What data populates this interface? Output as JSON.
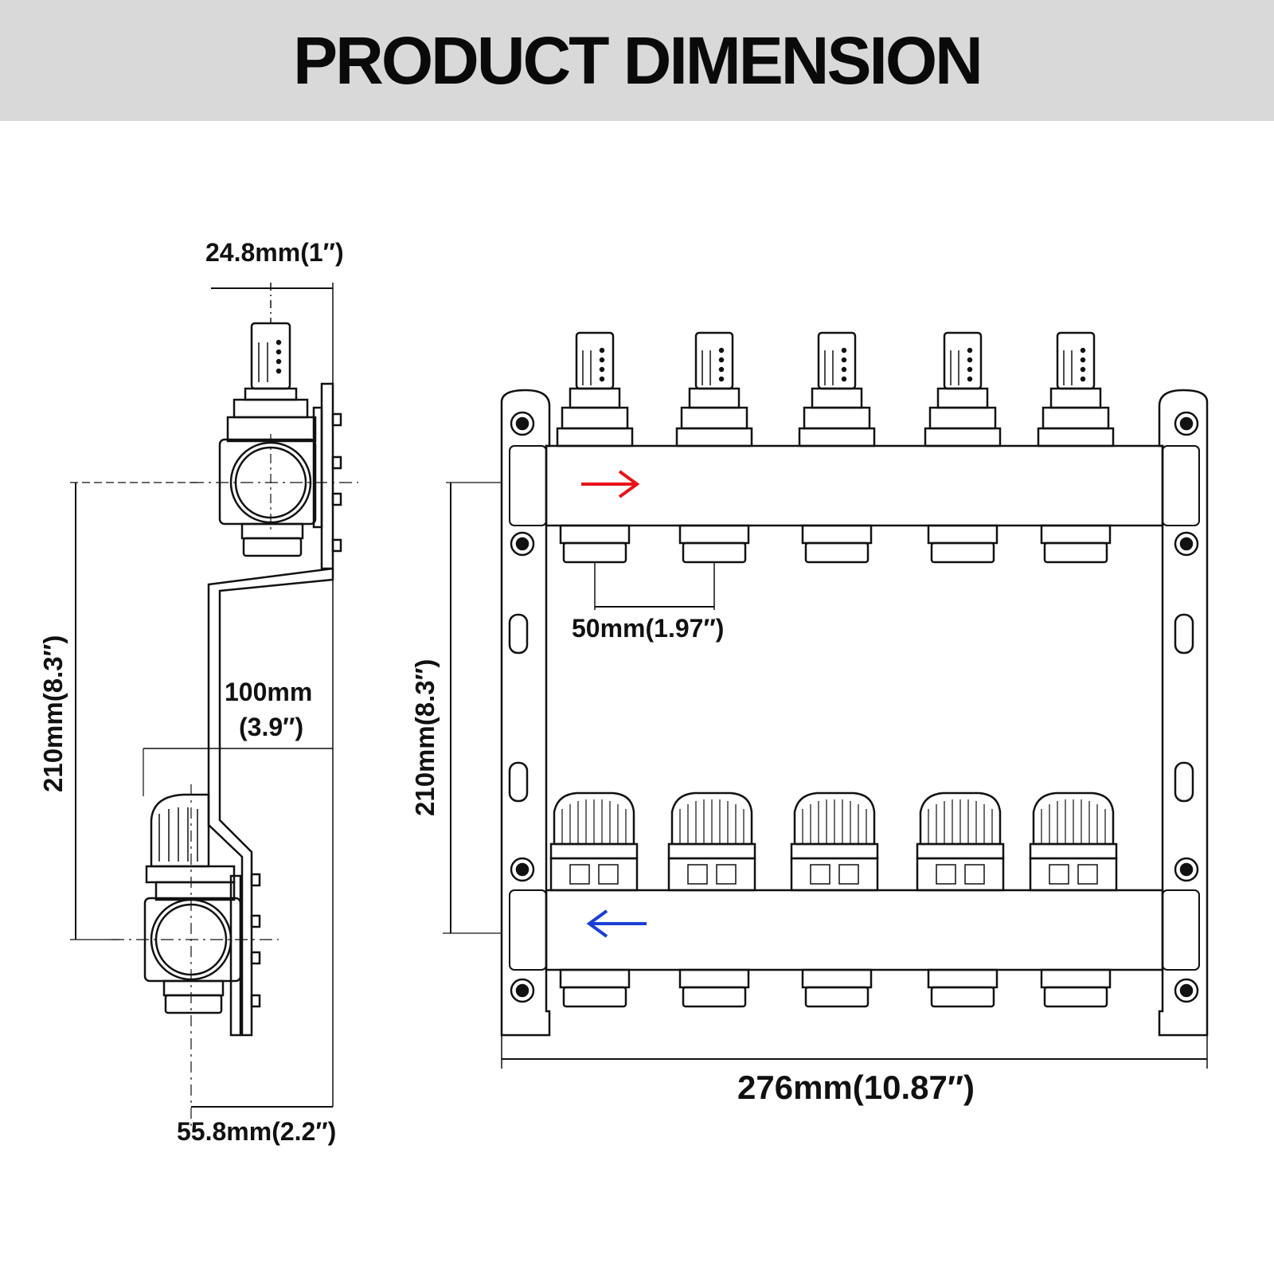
{
  "title": "PRODUCT DIMENSION",
  "dimensions": {
    "side_top_width": "24.8mm(1″)",
    "side_height": "210mm(8.3″)",
    "side_offset_value": "100mm",
    "side_offset_inch": "(3.9″)",
    "side_bottom_width": "55.8mm(2.2″)",
    "front_height": "210mm(8.3″)",
    "front_spacing": "50mm(1.97″)",
    "front_width": "276mm(10.87″)"
  },
  "flow_arrows": {
    "supply_color": "#e8141a",
    "return_color": "#1a3fd6"
  },
  "outlet_count": 5
}
